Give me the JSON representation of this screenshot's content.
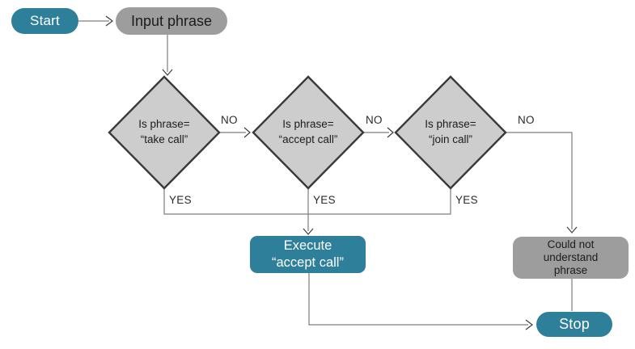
{
  "flowchart": {
    "start_label": "Start",
    "input_label": "Input phrase",
    "decisions": [
      {
        "line1": "Is phrase=",
        "line2": "“take call”",
        "branch_no": "NO",
        "branch_yes": "YES"
      },
      {
        "line1": "Is phrase=",
        "line2": "“accept call”",
        "branch_no": "NO",
        "branch_yes": "YES"
      },
      {
        "line1": "Is phrase=",
        "line2": "“join call”",
        "branch_no": "NO",
        "branch_yes": "YES"
      }
    ],
    "execute": {
      "line1": "Execute",
      "line2": "“accept call”"
    },
    "error": {
      "line1": "Could not",
      "line2": "understand",
      "line3": "phrase"
    },
    "stop_label": "Stop",
    "colors": {
      "teal": "#2e7f99",
      "gray_node": "#9d9d9d",
      "diamond_fill": "#cdcdcd",
      "diamond_border": "#3a3a3a",
      "connector": "#7d7d7d",
      "arrowhead": "#3d3d3d",
      "text_dark": "#1c1c1c",
      "text_light": "#ffffff"
    }
  }
}
